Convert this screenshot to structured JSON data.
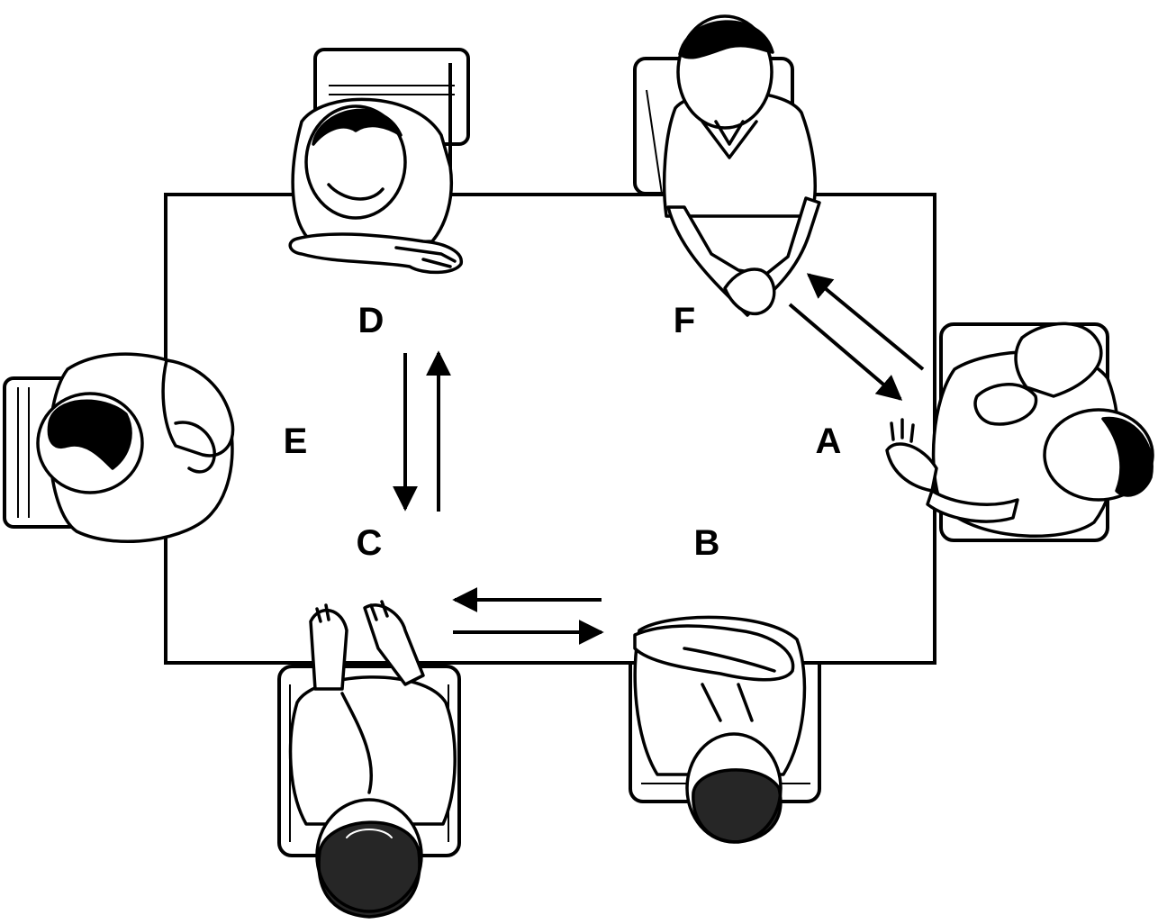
{
  "diagram": {
    "ink_color": "#000000",
    "paper_color": "#ffffff",
    "seats": [
      {
        "id": "d",
        "label": "D"
      },
      {
        "id": "f",
        "label": "F"
      },
      {
        "id": "e",
        "label": "E"
      },
      {
        "id": "a",
        "label": "A"
      },
      {
        "id": "c",
        "label": "C"
      },
      {
        "id": "b",
        "label": "B"
      }
    ],
    "arrows": [
      {
        "id": "d-to-c"
      },
      {
        "id": "c-to-d"
      },
      {
        "id": "f-to-a"
      },
      {
        "id": "a-to-f"
      },
      {
        "id": "b-to-c"
      },
      {
        "id": "c-to-b"
      }
    ]
  }
}
